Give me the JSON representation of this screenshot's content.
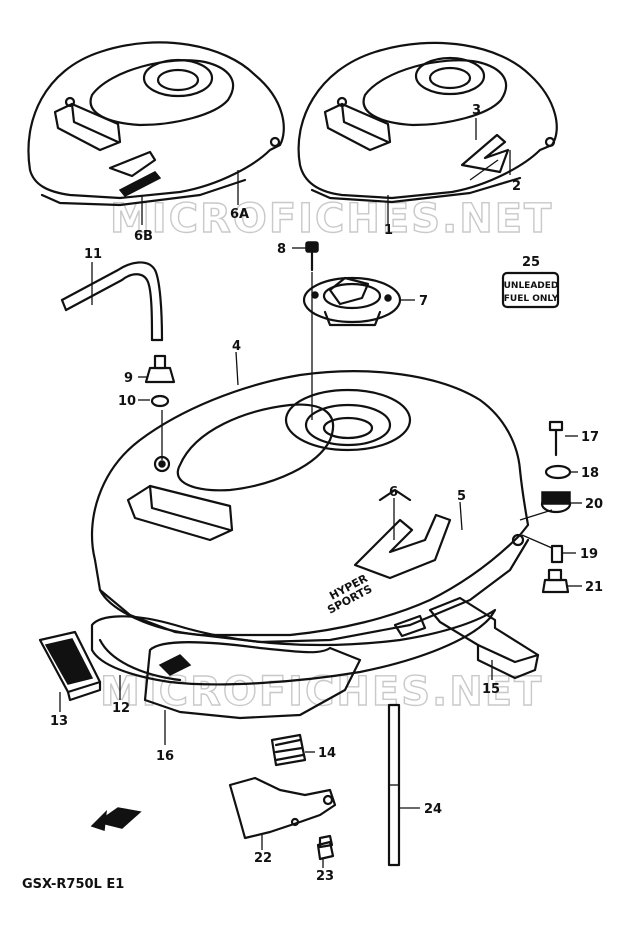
{
  "watermark": "MICROFICHES.NET",
  "model_code": "GSX-R750L E1",
  "sticker": {
    "line1": "UNLEADED",
    "line2": "FUEL ONLY"
  },
  "callouts": {
    "c1": "1",
    "c2": "2",
    "c3": "3",
    "c4": "4",
    "c5": "5",
    "c6": "6",
    "c6a": "6A",
    "c6b": "6B",
    "c7": "7",
    "c8": "8",
    "c9": "9",
    "c10": "10",
    "c11": "11",
    "c12": "12",
    "c13": "13",
    "c14": "14",
    "c15": "15",
    "c16": "16",
    "c17": "17",
    "c18": "18",
    "c19": "19",
    "c20": "20",
    "c21": "21",
    "c22": "22",
    "c23": "23",
    "c24": "24",
    "c25": "25"
  },
  "tank_decal": {
    "line1": "HYPER",
    "line2": "SPORTS"
  },
  "icons": {
    "direction_arrow": "front-arrow-icon"
  }
}
